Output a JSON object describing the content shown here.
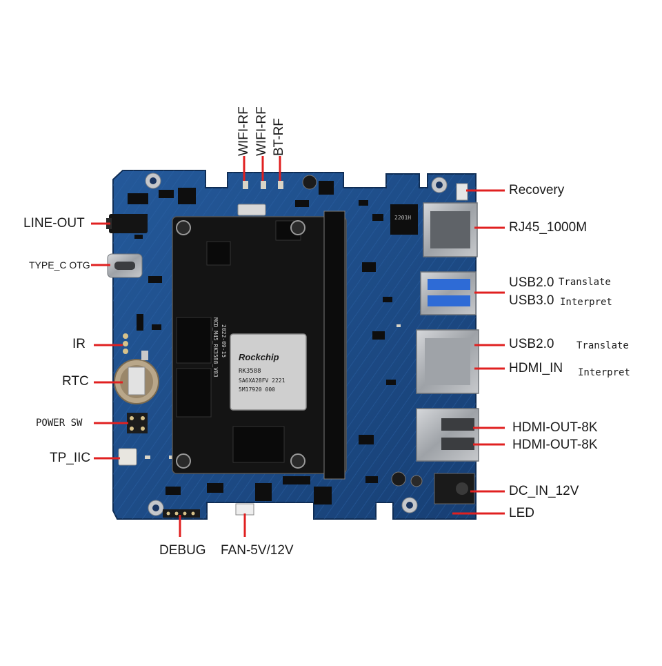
{
  "colors": {
    "board": "#1e4f8c",
    "board_dark": "#153a6a",
    "leader": "#e02020",
    "som": "#141414",
    "metal": "#b9bcc0",
    "text": "#1a1a1a"
  },
  "chip": {
    "brand": "Rockchip",
    "model": "RK3588",
    "line1": "SA6XA28FV 2221",
    "line2": "5M17920 000"
  },
  "silkscreen": {
    "som_id": "MCD_M45_RK3588_V03",
    "som_date": "2022-09-15",
    "rj45_mark": "2201H"
  },
  "labels": {
    "wifi_rf_1": "WIFI-RF",
    "wifi_rf_2": "WIFI-RF",
    "bt_rf": "BT-RF",
    "recovery": "Recovery",
    "rj45": "RJ45_1000M",
    "usb20_a": "USB2.0",
    "usb30": "USB3.0",
    "usb20_b": "USB2.0",
    "hdmi_in": "HDMI_IN",
    "hdmi_out_1": "HDMI-OUT-8K",
    "hdmi_out_2": "HDMI-OUT-8K",
    "dc_in": "DC_IN_12V",
    "led": "LED",
    "line_out": "LINE-OUT",
    "type_c": "TYPE_C OTG",
    "ir": "IR",
    "rtc": "RTC",
    "power_sw": "POWER SW",
    "tp_iic": "TP_IIC",
    "debug": "DEBUG",
    "fan": "FAN-5V/12V",
    "translate_1": "Translate",
    "interpret_1": "Interpret",
    "translate_2": "Translate",
    "interpret_2": "Interpret"
  }
}
